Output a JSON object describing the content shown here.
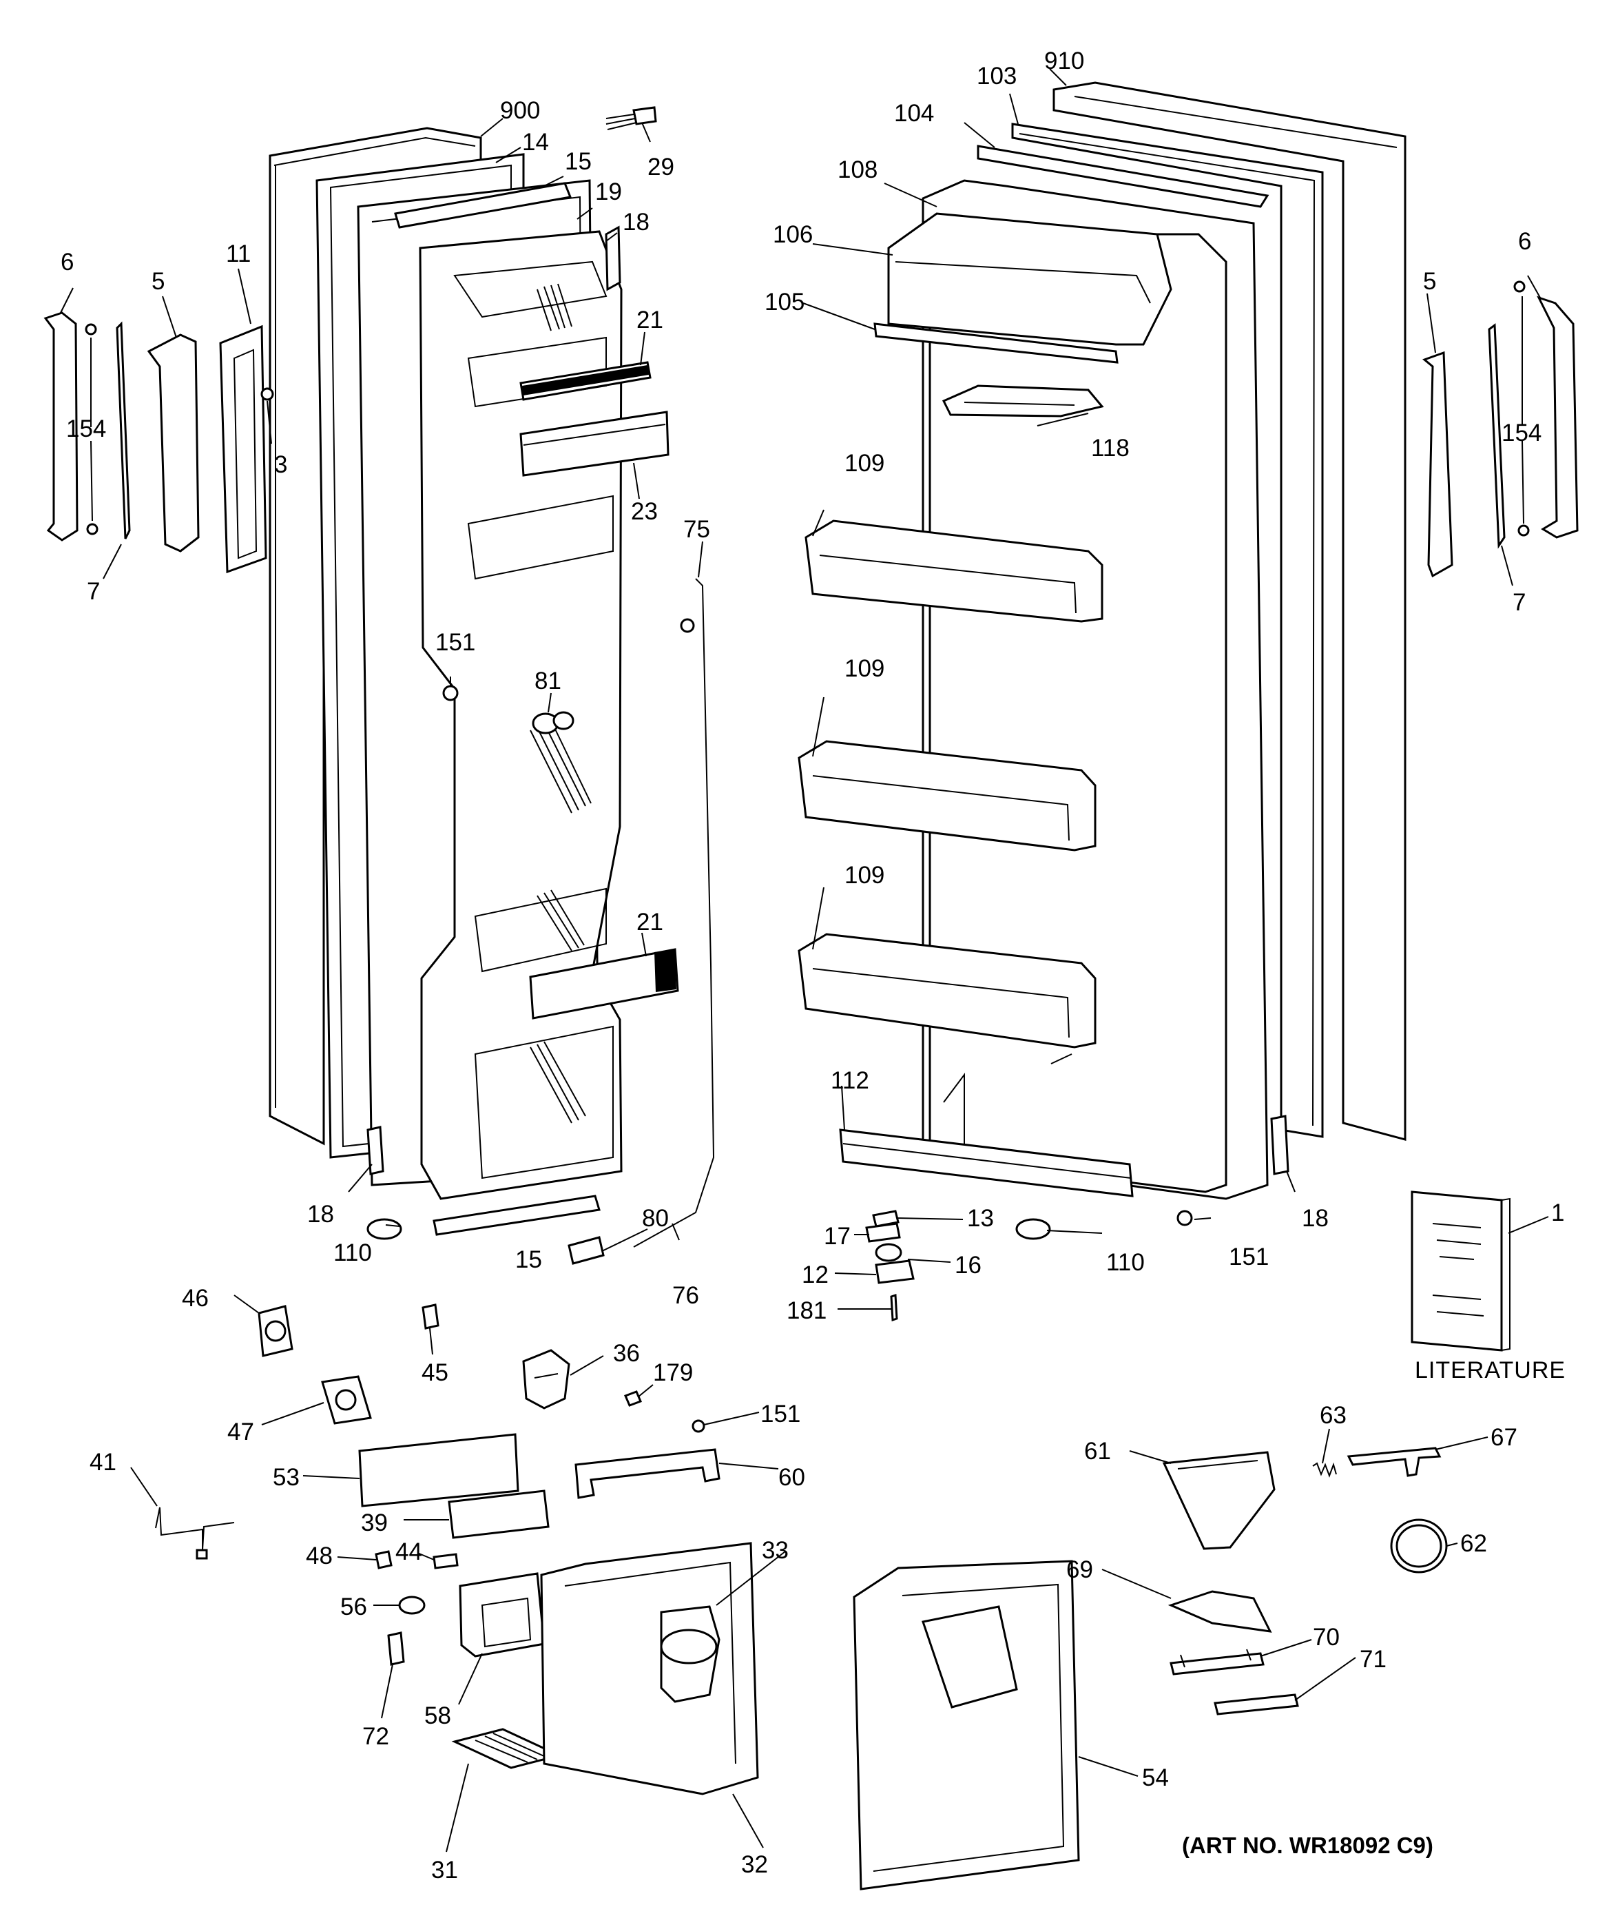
{
  "diagram": {
    "labels": [
      "900",
      "14",
      "15",
      "19",
      "18",
      "29",
      "11",
      "6",
      "5",
      "154",
      "3",
      "7",
      "21",
      "23",
      "151",
      "81",
      "75",
      "76",
      "80",
      "110",
      "46",
      "45",
      "36",
      "179",
      "47",
      "53",
      "60",
      "41",
      "39",
      "44",
      "48",
      "33",
      "56",
      "58",
      "72",
      "31",
      "32",
      "910",
      "103",
      "104",
      "108",
      "106",
      "105",
      "118",
      "109",
      "112",
      "13",
      "17",
      "16",
      "12",
      "181",
      "1",
      "61",
      "63",
      "67",
      "62",
      "69",
      "70",
      "71",
      "54"
    ],
    "literature_label": "LITERATURE",
    "art_number": "(ART NO. WR18092 C9)"
  }
}
